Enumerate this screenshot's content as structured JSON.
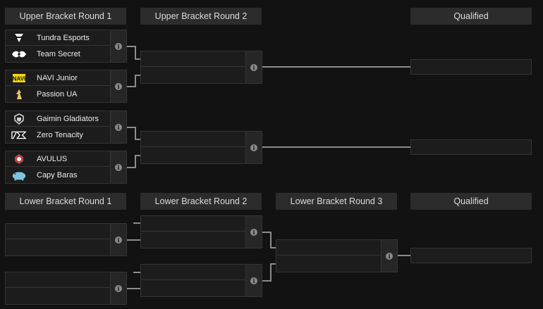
{
  "headers": {
    "ub_r1": "Upper Bracket Round 1",
    "ub_r2": "Upper Bracket Round 2",
    "ub_q": "Qualified",
    "lb_r1": "Lower Bracket Round 1",
    "lb_r2": "Lower Bracket Round 2",
    "lb_r3": "Lower Bracket Round 3",
    "lb_q": "Qualified"
  },
  "info_glyph": "i",
  "upper_round1": [
    {
      "team1": "Tundra Esports",
      "logo1": "tundra-logo",
      "team2": "Team Secret",
      "logo2": "secret-logo"
    },
    {
      "team1": "NAVI Junior",
      "logo1": "navi-logo",
      "team2": "Passion UA",
      "logo2": "passion-logo"
    },
    {
      "team1": "Gaimin Gladiators",
      "logo1": "gaimin-logo",
      "team2": "Zero Tenacity",
      "logo2": "zero-tenacity-logo"
    },
    {
      "team1": "AVULUS",
      "logo1": "avulus-logo",
      "team2": "Capy Baras",
      "logo2": "capy-logo"
    }
  ],
  "colors": {
    "background": "#121212",
    "header_bg": "#2c2c2c",
    "match_bg": "#1c1c1c",
    "connector": "#8c8c8c",
    "navi_yellow": "#f5d900",
    "capy_blue": "#7fc4df",
    "avulus_red": "#c0404a"
  }
}
